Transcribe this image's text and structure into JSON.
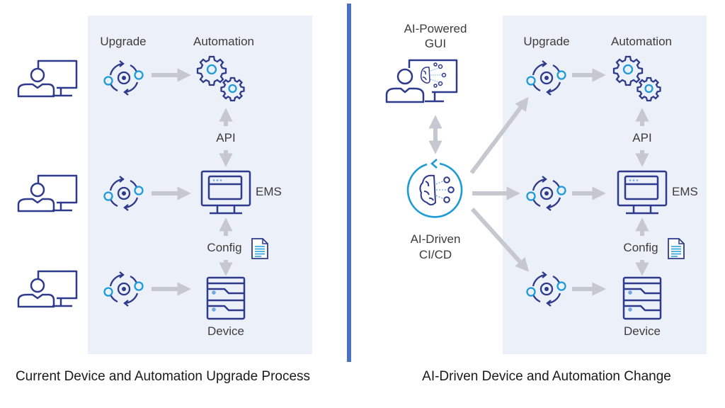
{
  "colors": {
    "panel_bg": "#ecf0f8",
    "divider": "#4a72c0",
    "icon_navy": "#2e3a8c",
    "icon_cyan": "#1e9bd7",
    "arrow_gray": "#c5c8ce",
    "text": "#3c3c3c"
  },
  "left": {
    "caption": "Current Device and Automation Upgrade Process",
    "labels": {
      "upgrade": "Upgrade",
      "automation": "Automation",
      "api": "API",
      "ems": "EMS",
      "config": "Config",
      "device": "Device"
    },
    "rows": [
      {
        "user": "user-workstation-icon",
        "upgrade": "upgrade-cycle-icon",
        "target": "automation"
      },
      {
        "user": "user-workstation-icon",
        "upgrade": "upgrade-cycle-icon",
        "target": "ems"
      },
      {
        "user": "user-workstation-icon",
        "upgrade": "upgrade-cycle-icon",
        "target": "device"
      }
    ]
  },
  "right": {
    "caption": "AI-Driven Device and Automation Change",
    "gui_label_line1": "AI-Powered",
    "gui_label_line2": "GUI",
    "cicd_label_line1": "AI-Driven",
    "cicd_label_line2": "CI/CD",
    "labels": {
      "upgrade": "Upgrade",
      "automation": "Automation",
      "api": "API",
      "ems": "EMS",
      "config": "Config",
      "device": "Device"
    }
  }
}
